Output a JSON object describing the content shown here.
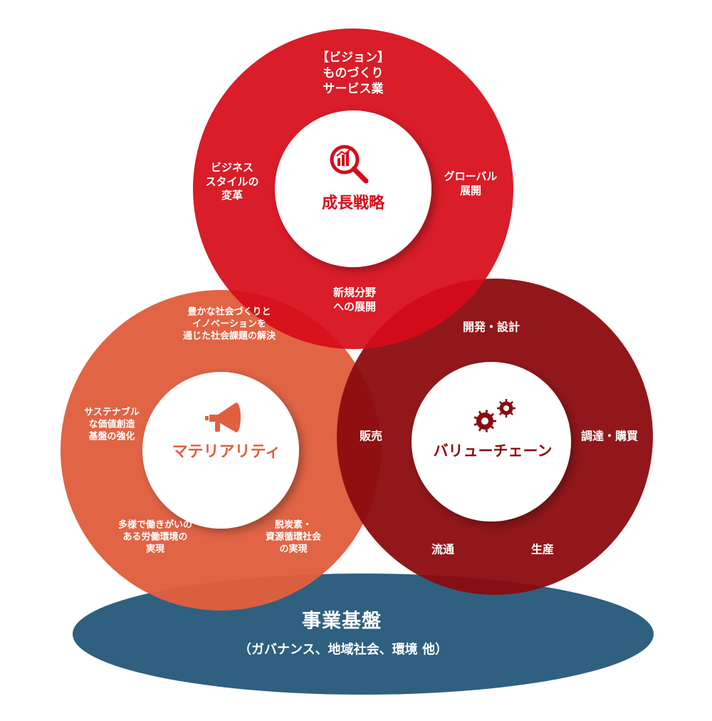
{
  "colors": {
    "growth": "#d60c19",
    "materiality": "#e05f3f",
    "valuechain": "#8b0b0e",
    "base": "#2f607f",
    "center": "#ffffff"
  },
  "growth": {
    "title": "成長戦略",
    "icon": "magnifier-chart-icon",
    "vision": "【ビジョン】\nものづくり\nサービス業",
    "business_style": "ビジネス\nスタイルの\n変革",
    "global": "グローバル\n展開",
    "new_fields": "新規分野\nへの展開"
  },
  "materiality": {
    "title": "マテリアリティ",
    "icon": "megaphone-icon",
    "society": "豊かな社会づくりと\nイノベーションを\n通じた社会課題の解決",
    "sustainable": "サステナブル\nな価値創造\n基盤の強化",
    "workplace": "多様で働きがいの\nある労働環境の\n実現",
    "decarbon": "脱炭素・\n資源循環社会\nの実現"
  },
  "valuechain": {
    "title": "バリューチェーン",
    "icon": "gears-icon",
    "development": "開発・設計",
    "sales": "販売",
    "procurement": "調達・購買",
    "distribution": "流通",
    "production": "生産"
  },
  "base": {
    "title": "事業基盤",
    "subtitle": "（ガバナンス、地域社会、環境 他）"
  }
}
